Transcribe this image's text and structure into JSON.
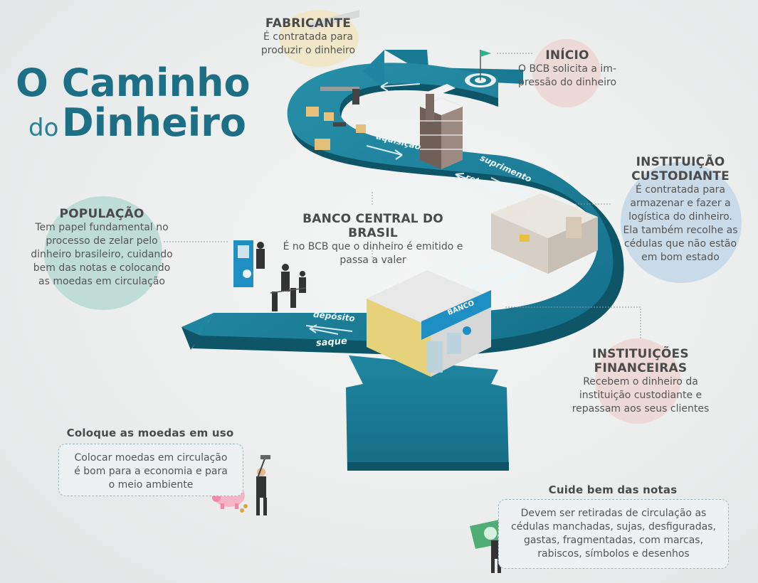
{
  "title": {
    "line1": "O Caminho",
    "line2_prefix": "do",
    "line2_main": "Dinheiro"
  },
  "fabricante": {
    "heading": "FABRICANTE",
    "text1": "É contratada para",
    "text2": "produzir o dinheiro"
  },
  "inicio": {
    "heading": "INÍCIO",
    "text1": "O BCB solicita a im-",
    "text2": "pressão do dinheiro"
  },
  "custodiante": {
    "heading1": "INSTITUIÇÃO",
    "heading2": "CUSTODIANTE",
    "lines": [
      "É contratada para",
      "armazenar e fazer a",
      "logística do dinheiro.",
      "Ela também recolhe as",
      "cédulas que não estão",
      "em bom estado"
    ]
  },
  "populacao": {
    "heading": "POPULAÇÃO",
    "lines": [
      "Tem papel fundamental no",
      "processo de zelar pelo",
      "dinheiro brasileiro, cuidando",
      "bem das notas e colocando",
      "as moedas em circulação"
    ]
  },
  "bcb": {
    "heading": "BANCO CENTRAL DO BRASIL",
    "text1": "É no BCB que o dinheiro é emitido e",
    "text2": "passa a valer"
  },
  "financeiras": {
    "heading1": "INSTITUIÇÕES",
    "heading2": "FINANCEIRAS",
    "lines": [
      "Recebem o dinheiro da",
      "instituição custodiante e",
      "repassam aos seus clientes"
    ]
  },
  "flows": {
    "aquisicao": "aquisição",
    "suprimento": "suprimento",
    "retorno": "retorno",
    "deposito1": "depósito",
    "saque1": "saque",
    "deposito2": "depósito",
    "saque2": "saque"
  },
  "bank_sign": "BANCO",
  "moedas": {
    "heading": "Coloque as moedas em uso",
    "lines": [
      "Colocar moedas em circulação",
      "é bom para a economia e para",
      "o meio ambiente"
    ]
  },
  "notas": {
    "heading": "Cuide bem das notas",
    "lines": [
      "Devem ser retiradas de circulação as",
      "cédulas manchadas, sujas, desfiguradas,",
      "gastas, fragmentadas, com marcas,",
      "rabiscos, símbolos e desenhos"
    ]
  },
  "colors": {
    "accent": "#1d6f86",
    "track": "#1b7a93",
    "track_dark": "#0f5568",
    "circle_pink": "#ecd9d8",
    "circle_yellow": "#efe7c8",
    "circle_blue": "#c9dbe8",
    "circle_teal": "#bfdcd6"
  }
}
